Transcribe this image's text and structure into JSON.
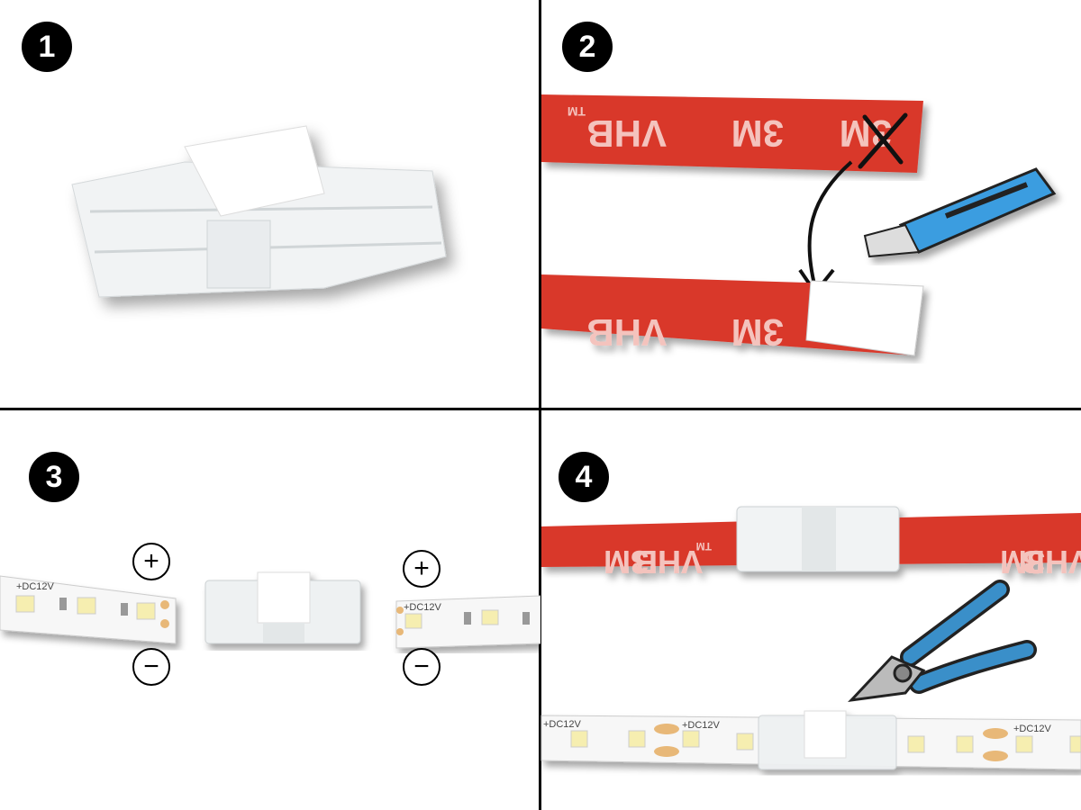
{
  "steps": [
    {
      "number": "1"
    },
    {
      "number": "2"
    },
    {
      "number": "3"
    },
    {
      "number": "4"
    }
  ],
  "tape": {
    "brand_vhb": "VHB",
    "brand_3m": "3M",
    "trademark": "TM"
  },
  "led_strip": {
    "voltage_label": "+DC12V"
  },
  "polarity": {
    "plus": "+",
    "minus": "−"
  },
  "colors": {
    "tape_red": "#d9372c",
    "cutter_blue": "#3b9de0",
    "pliers_blue": "#3a8fc9",
    "led_yellow": "#f6eeb0",
    "pad_copper": "#e8b878"
  }
}
